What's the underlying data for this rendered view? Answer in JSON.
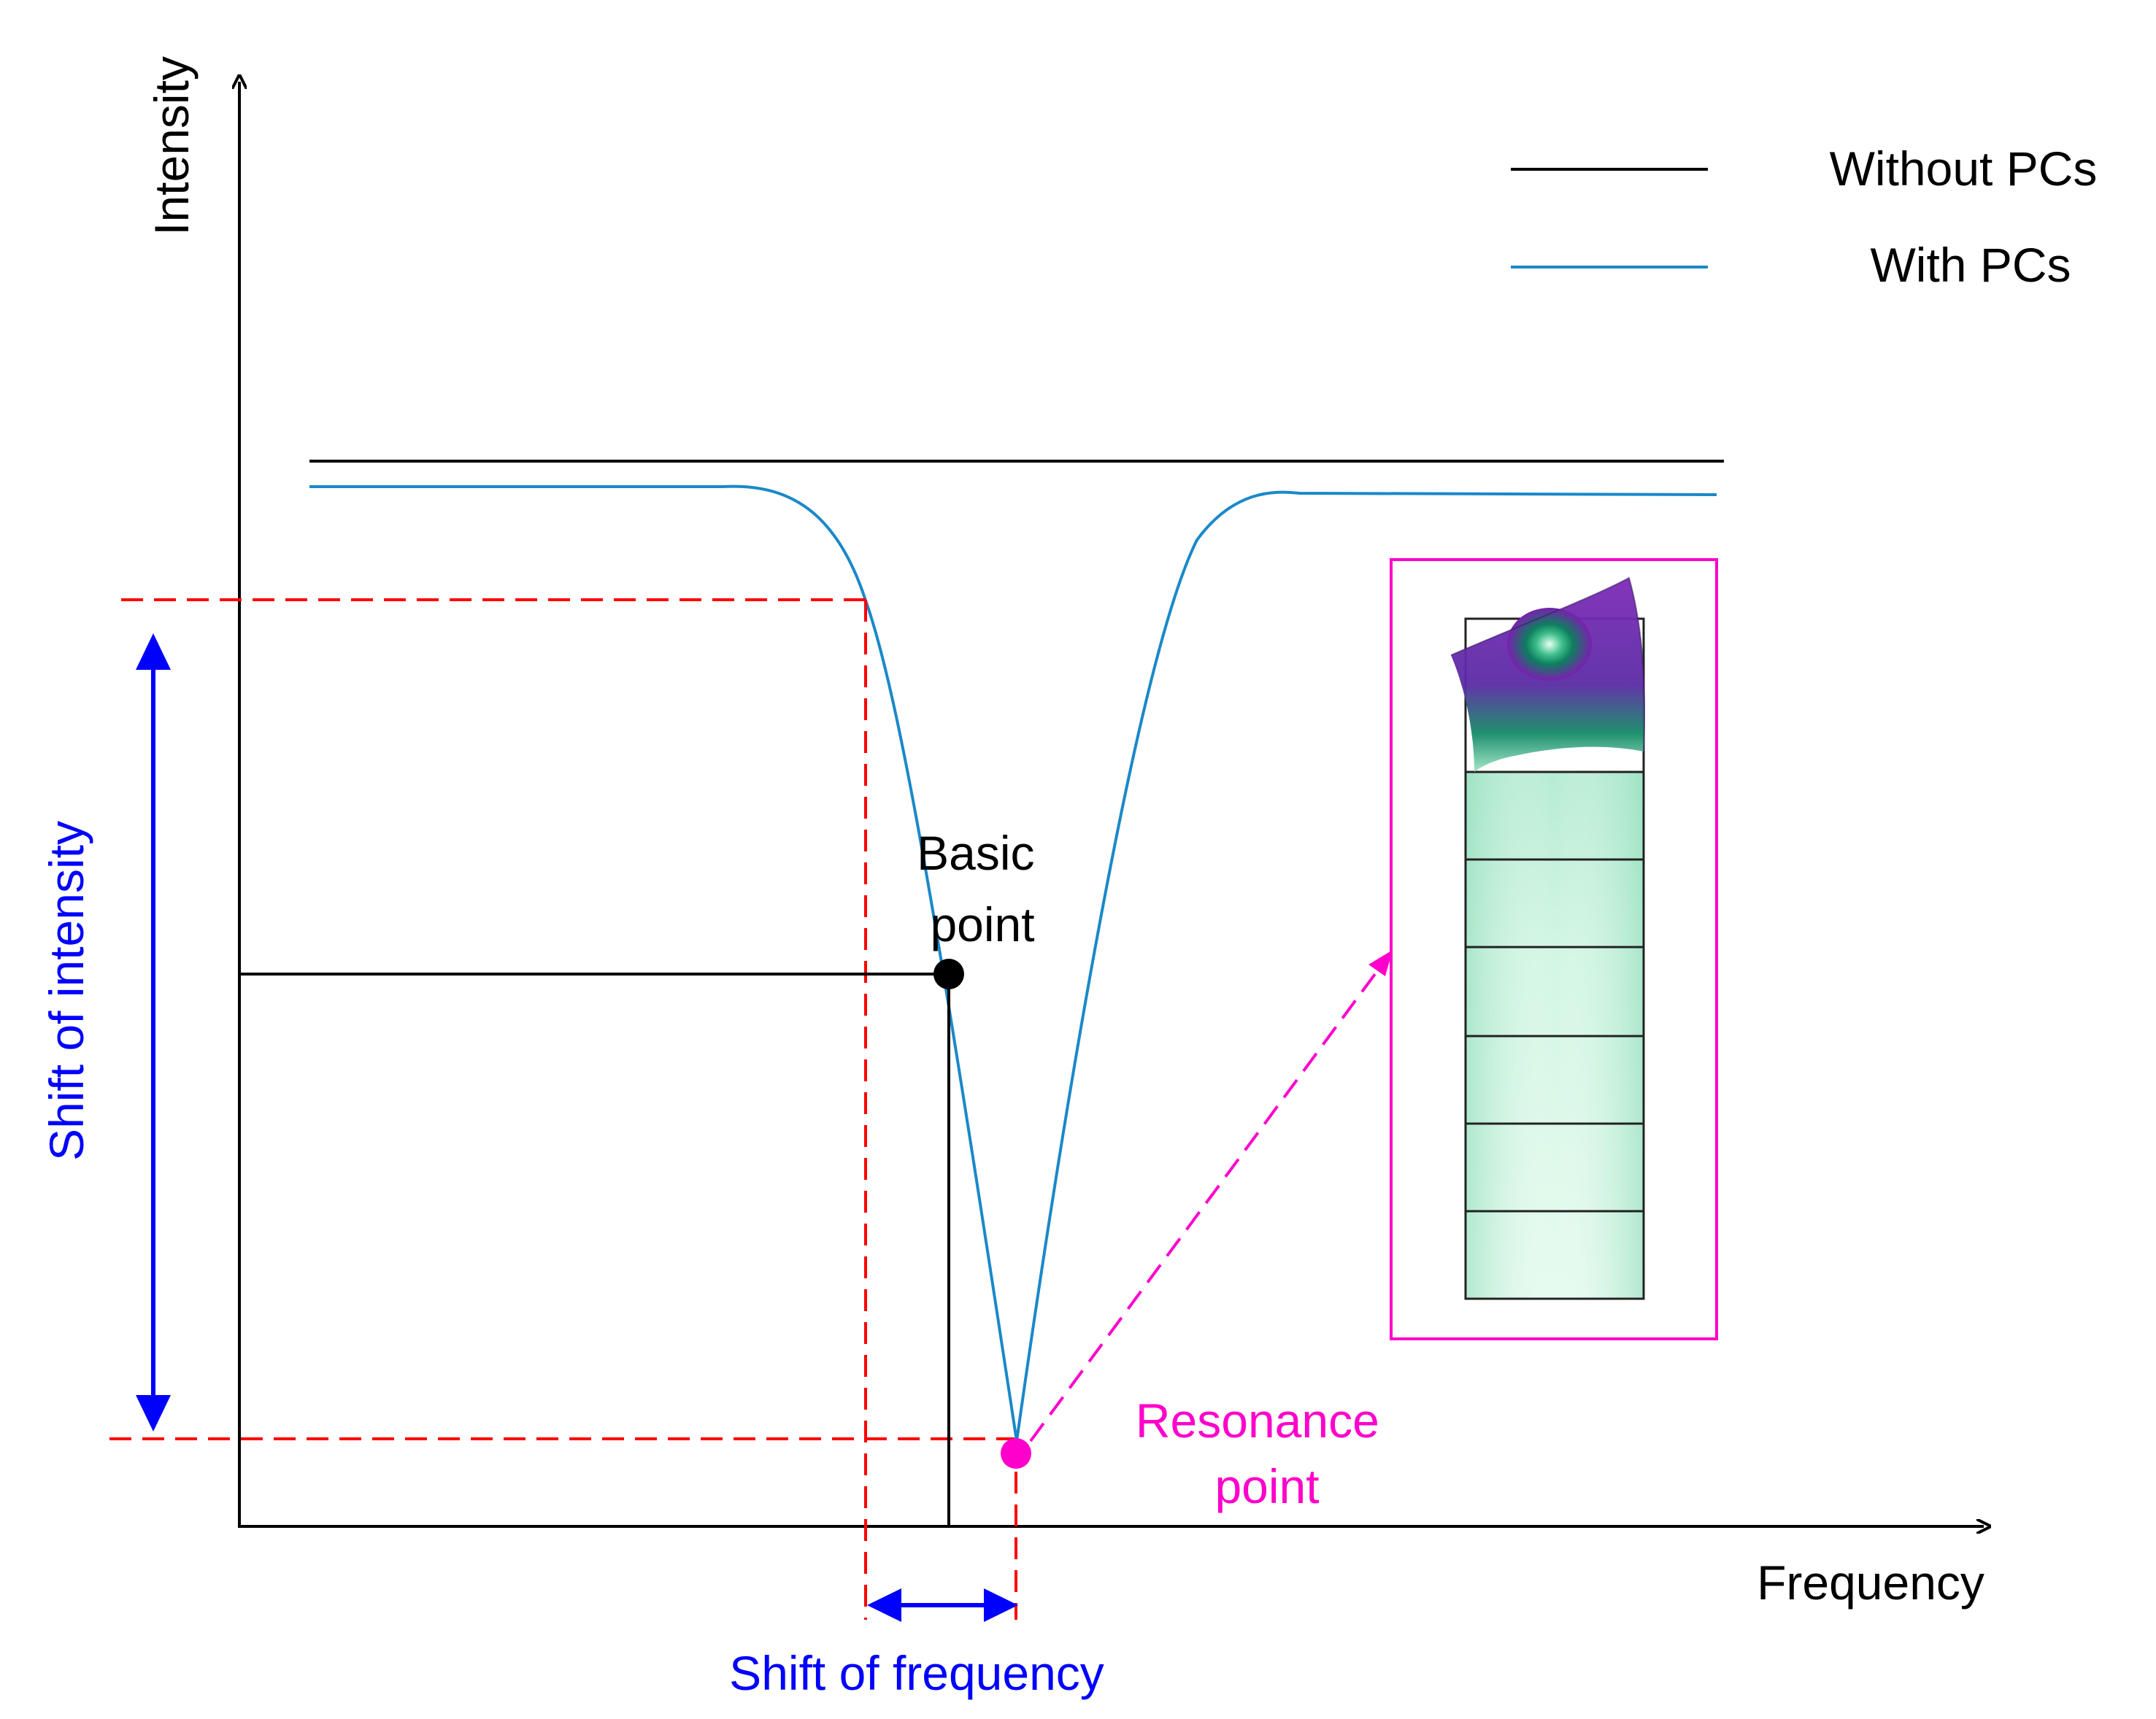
{
  "axes": {
    "y_label": "Intensity",
    "x_label": "Frequency"
  },
  "legend": {
    "items": [
      {
        "label": "Without PCs",
        "color": "#000000"
      },
      {
        "label": "With PCs",
        "color": "#1a88c9"
      }
    ]
  },
  "annotations": {
    "basic_point": [
      "Basic",
      "point"
    ],
    "resonance_point": [
      "Resonance",
      "point"
    ],
    "shift_of_intensity": "Shift of intensity",
    "shift_of_frequency": "Shift of frequency"
  },
  "colors": {
    "axis": "#000000",
    "without_pcs": "#000000",
    "with_pcs": "#1a88c9",
    "guide_dashed": "#ff0000",
    "shift_arrows": "#0000ff",
    "resonance": "#ff00cc",
    "inset_border": "#ff00cc"
  }
}
